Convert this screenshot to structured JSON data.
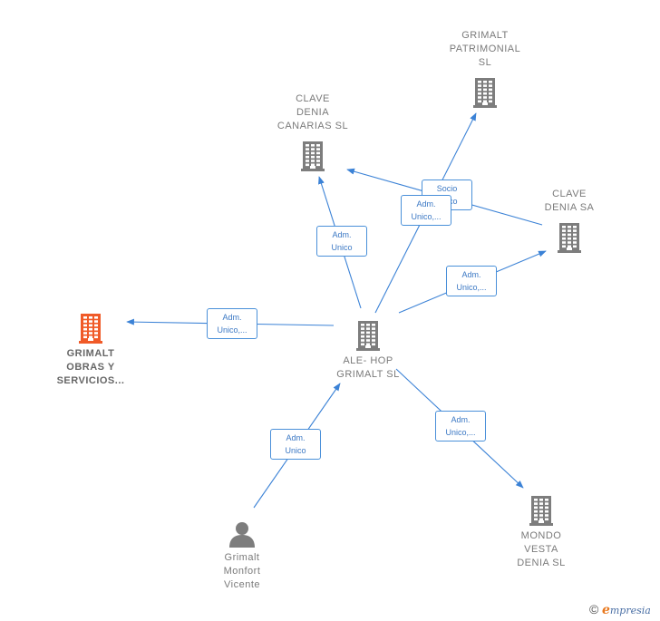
{
  "colors": {
    "edge": "#3b82d6",
    "building": "#7d7d7d",
    "building_focus": "#f05a28",
    "person": "#7d7d7d"
  },
  "nodes": [
    {
      "id": "ale_hop",
      "label": "ALE- HOP\nGRIMALT  SL",
      "kind": "building",
      "icon": "building-icon"
    },
    {
      "id": "grimalt_patrimonial",
      "label": "GRIMALT\nPATRIMONIAL\nSL",
      "kind": "building",
      "icon": "building-icon"
    },
    {
      "id": "clave_denia_canarias",
      "label": "CLAVE\nDENIA\nCANARIAS  SL",
      "kind": "building",
      "icon": "building-icon"
    },
    {
      "id": "clave_denia_sa",
      "label": "CLAVE\nDENIA SA",
      "kind": "building",
      "icon": "building-icon"
    },
    {
      "id": "grimalt_obras",
      "label": "GRIMALT\nOBRAS Y\nSERVICIOS...",
      "kind": "building-focus",
      "icon": "building-icon"
    },
    {
      "id": "mondo_vesta",
      "label": "MONDO\nVESTA\nDENIA  SL",
      "kind": "building",
      "icon": "building-icon"
    },
    {
      "id": "grimalt_monfort",
      "label": "Grimalt\nMonfort\nVicente",
      "kind": "person",
      "icon": "person-icon"
    }
  ],
  "edges": [
    {
      "from": "ale_hop",
      "to": "clave_denia_canarias",
      "label": "Adm.\nUnico"
    },
    {
      "from": "ale_hop",
      "to": "grimalt_patrimonial",
      "label": "Socio\nÚnico"
    },
    {
      "from": "clave_denia_sa",
      "to": "clave_denia_canarias",
      "label": "Adm.\nUnico,..."
    },
    {
      "from": "ale_hop",
      "to": "clave_denia_sa",
      "label": "Adm.\nUnico,..."
    },
    {
      "from": "ale_hop",
      "to": "grimalt_obras",
      "label": "Adm.\nUnico,..."
    },
    {
      "from": "ale_hop",
      "to": "mondo_vesta",
      "label": "Adm.\nUnico,..."
    },
    {
      "from": "grimalt_monfort",
      "to": "ale_hop",
      "label": "Adm.\nUnico"
    }
  ],
  "footer": {
    "copyright_symbol": "©",
    "brand_initial": "e",
    "brand_rest": "mpresia"
  }
}
